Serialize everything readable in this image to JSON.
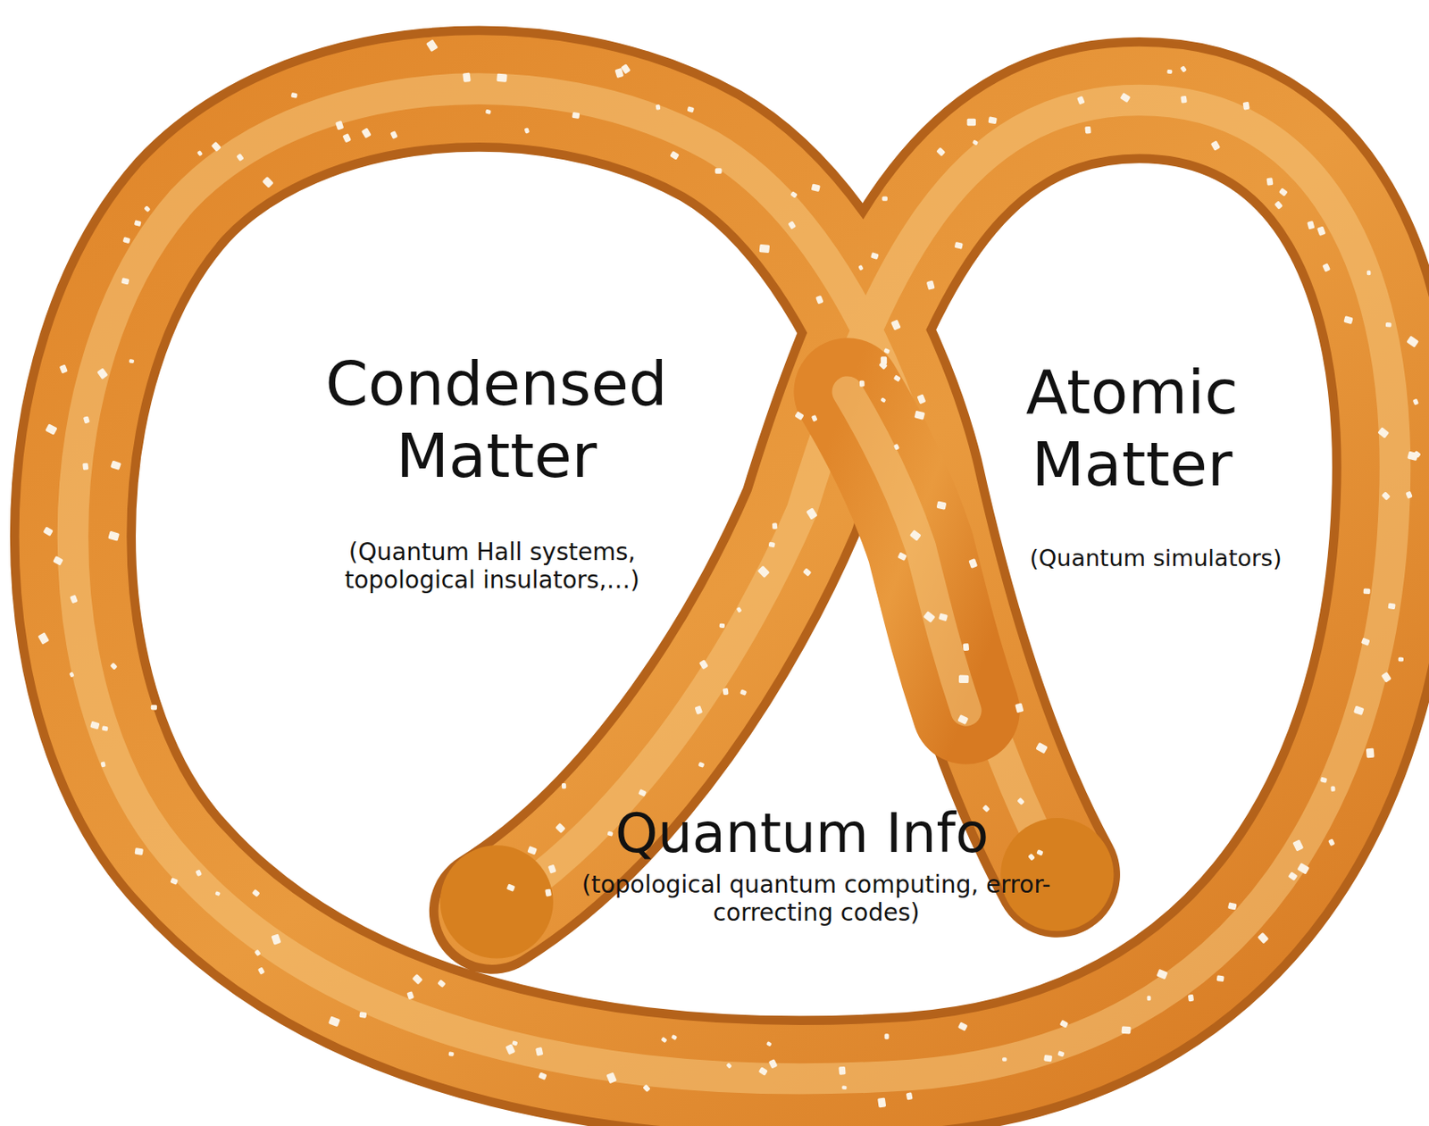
{
  "diagram": {
    "labels": [
      "Condensed Matter",
      "(Quantum Hall systems, topological insulators,…)",
      "Atomic Matter",
      "(Quantum simulators)",
      "Quantum Info",
      "(topological quantum computing, error-correcting codes)"
    ]
  }
}
